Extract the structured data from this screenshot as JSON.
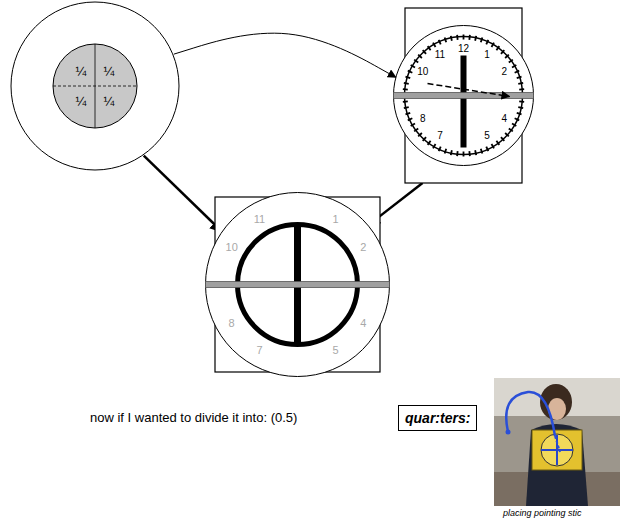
{
  "diagram": {
    "nodes": [
      {
        "text": [
          "¼",
          "¼",
          "¼",
          "¼"
        ]
      },
      {
        "text": [
          "12",
          "11",
          "1",
          "10",
          "2",
          "8",
          "4",
          "7",
          "5"
        ]
      },
      {
        "text": [
          "11",
          "1",
          "10",
          "2",
          "8",
          "4",
          "7",
          "5"
        ]
      },
      {
        "text": [
          "quar:ters:"
        ]
      }
    ],
    "edges": [
      {
        "from": 0,
        "to": 1,
        "arrow": "to"
      },
      {
        "from": 0,
        "to": 2,
        "arrow": "to"
      },
      {
        "from": 1,
        "to": 2,
        "arrow": "to"
      }
    ],
    "labels": [
      "now if I wanted to divide it into: (0.5)",
      "placing pointing stic"
    ]
  }
}
